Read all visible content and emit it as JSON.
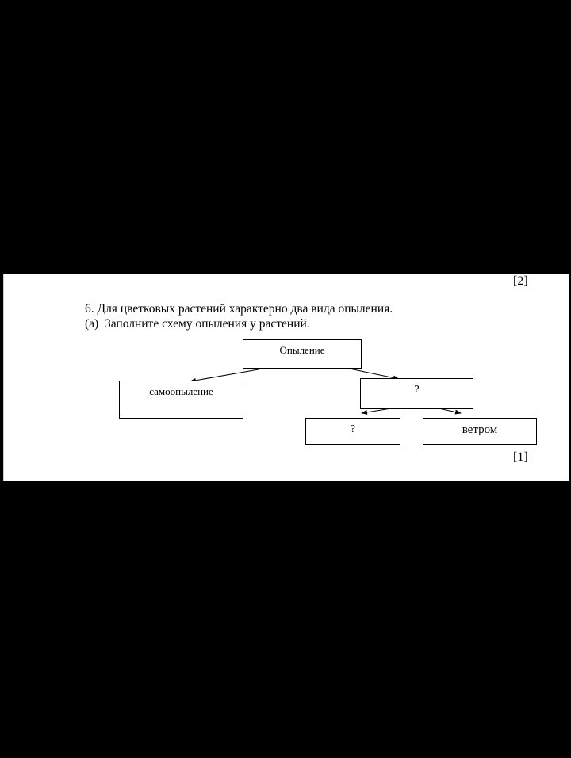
{
  "document": {
    "prev_mark": "[2]",
    "question": "6. Для цветковых растений характерно два вида опыления.",
    "subquestion": "(a)  Заполните схему опыления у растений.",
    "mark": "[1]"
  },
  "diagram": {
    "root": "Опыление",
    "left": "самоопыление",
    "right": "?",
    "right_child_1": "?",
    "right_child_2": "ветром"
  }
}
